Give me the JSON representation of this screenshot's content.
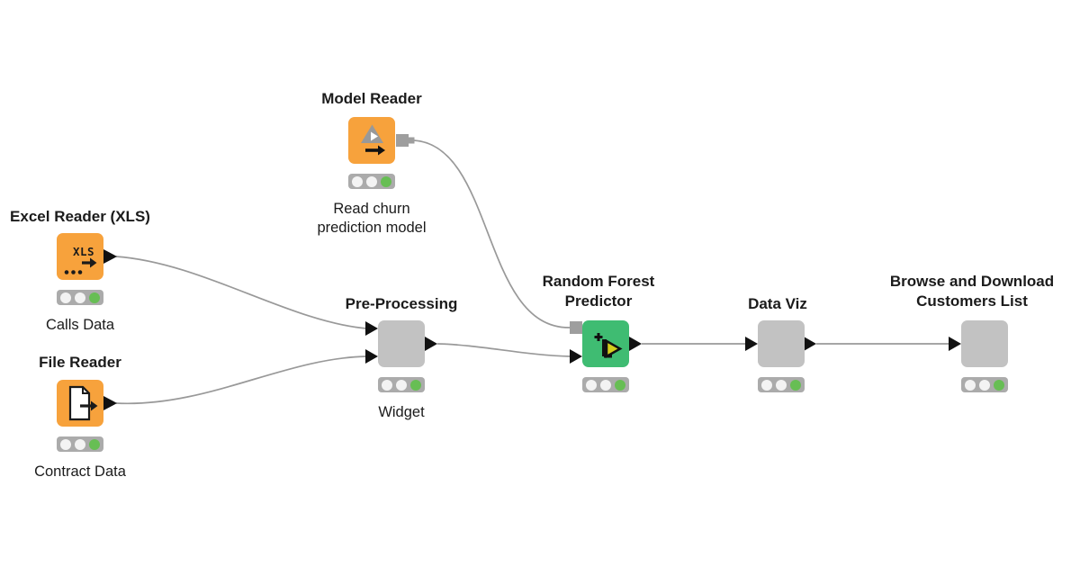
{
  "workflow": {
    "nodes": [
      {
        "id": "excel-reader",
        "title": "Excel Reader (XLS)",
        "label": "Calls Data",
        "type": "reader",
        "icon": "xls-file-icon",
        "status": [
          "off",
          "off",
          "green"
        ]
      },
      {
        "id": "file-reader",
        "title": "File Reader",
        "label": "Contract Data",
        "type": "reader",
        "icon": "document-arrow-icon",
        "status": [
          "off",
          "off",
          "green"
        ]
      },
      {
        "id": "model-reader",
        "title": "Model Reader",
        "label": "Read churn\nprediction model",
        "type": "reader",
        "icon": "model-play-arrow-icon",
        "status": [
          "off",
          "off",
          "green"
        ]
      },
      {
        "id": "pre-processing",
        "title": "Pre-Processing",
        "label": "Widget",
        "type": "component",
        "status": [
          "off",
          "off",
          "green"
        ]
      },
      {
        "id": "random-forest-predictor",
        "title": "Random Forest\nPredictor",
        "type": "predictor",
        "icon": "predictor-arrow-icon",
        "status": [
          "off",
          "off",
          "green"
        ]
      },
      {
        "id": "data-viz",
        "title": "Data Viz",
        "type": "component",
        "status": [
          "off",
          "off",
          "green"
        ]
      },
      {
        "id": "browse-download",
        "title": "Browse and Download\nCustomers List",
        "type": "component",
        "status": [
          "off",
          "off",
          "green"
        ]
      }
    ],
    "connections": [
      {
        "from": "excel-reader",
        "to": "pre-processing",
        "to_port": "data-input-1"
      },
      {
        "from": "file-reader",
        "to": "pre-processing",
        "to_port": "data-input-2"
      },
      {
        "from": "model-reader",
        "to": "random-forest-predictor",
        "to_port": "model-input"
      },
      {
        "from": "pre-processing",
        "to": "random-forest-predictor",
        "to_port": "data-input"
      },
      {
        "from": "random-forest-predictor",
        "to": "data-viz",
        "to_port": "data-input"
      },
      {
        "from": "data-viz",
        "to": "browse-download",
        "to_port": "data-input"
      }
    ],
    "colors": {
      "node_orange": "#F7A23C",
      "node_green": "#3FBC72",
      "node_gray": "#C2C2C2",
      "traffic_bg": "#ABABAB",
      "traffic_off": "#F3F3F3",
      "traffic_on_green": "#67BE54",
      "wire": "#999999",
      "port_black": "#111111",
      "model_port_gray": "#9E9E9E",
      "icon_yellow": "#D3CE1C",
      "text": "#1B1B1B",
      "background": "#FFFFFF"
    }
  }
}
